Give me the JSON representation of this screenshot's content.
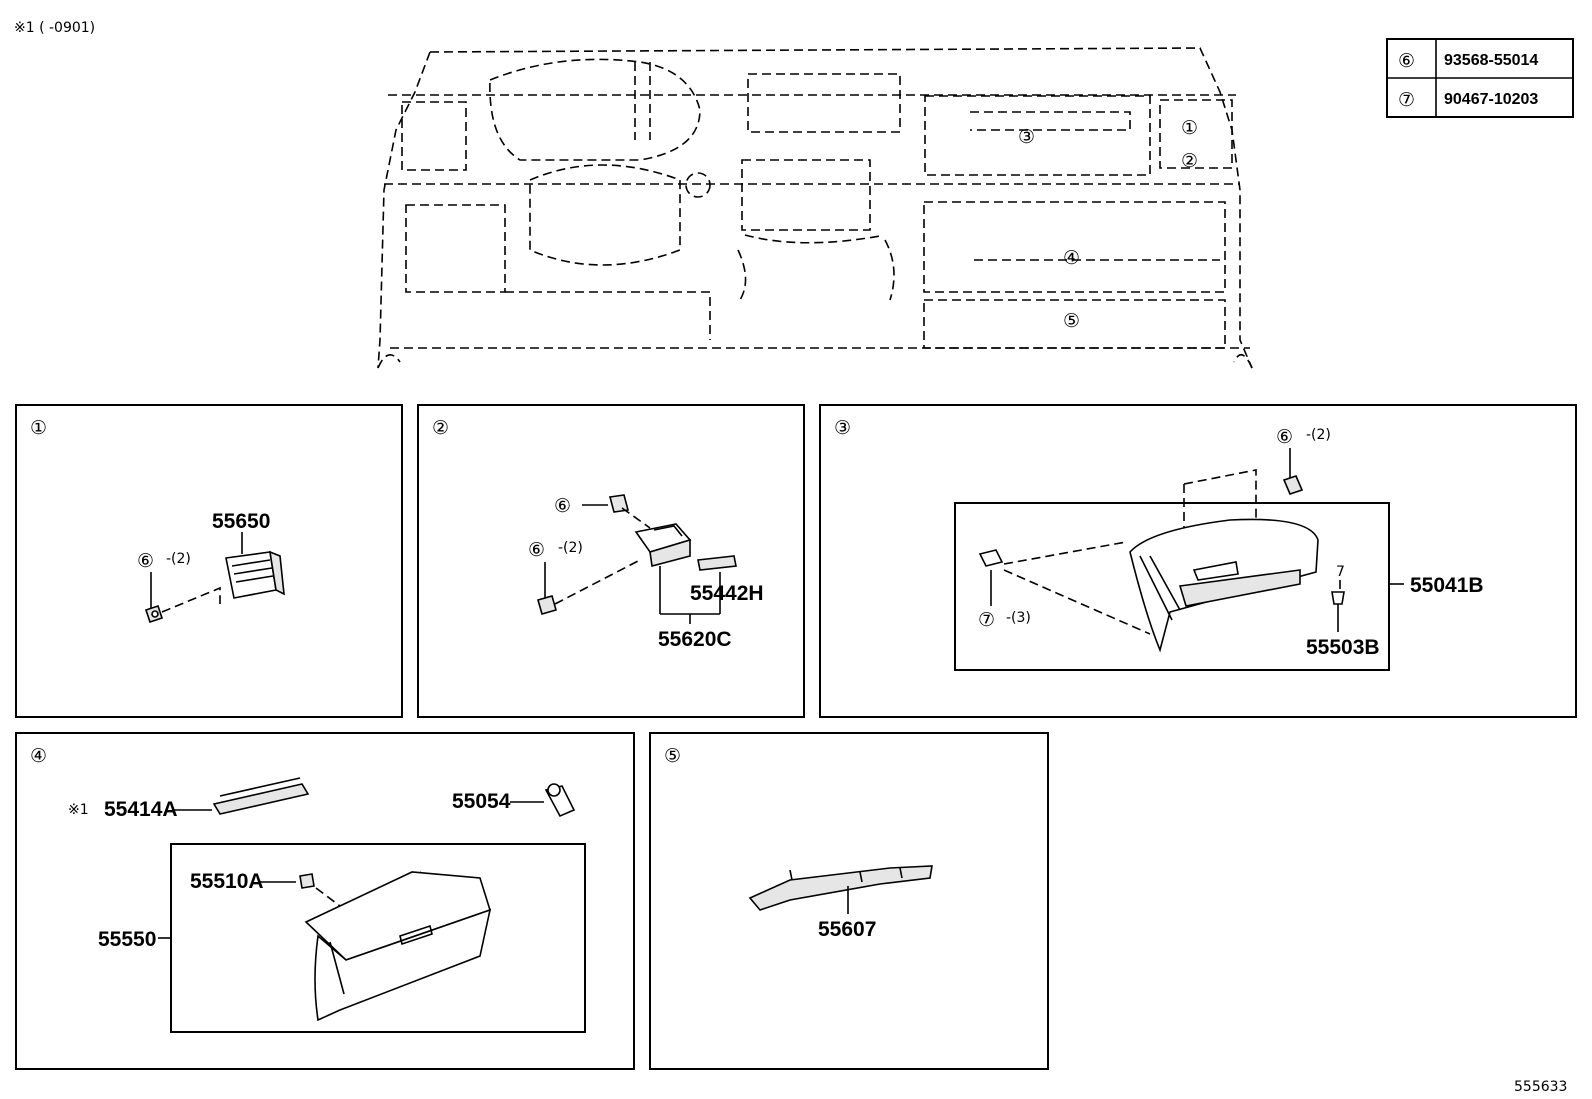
{
  "header_note": "※1 (    -0901)",
  "diagram_id": "555633",
  "legend": [
    {
      "ref": "⑥",
      "part": "93568-55014"
    },
    {
      "ref": "⑦",
      "part": "90467-10203"
    }
  ],
  "overview_callouts": [
    "①",
    "②",
    "③",
    "④",
    "⑤"
  ],
  "panels": {
    "p1": {
      "ref": "①",
      "labels": {
        "part_55650": "55650",
        "ref6": "⑥",
        "qty": "-(2)"
      }
    },
    "p2": {
      "ref": "②",
      "labels": {
        "ref6_a": "⑥",
        "ref6_b": "⑥",
        "qty": "-(2)",
        "part_55442H": "55442H",
        "part_55620C": "55620C"
      }
    },
    "p3": {
      "ref": "③",
      "labels": {
        "ref6": "⑥",
        "qty6": "-(2)",
        "ref7": "⑦",
        "qty7": "-(3)",
        "part_55041B": "55041B",
        "part_55503B": "55503B",
        "small_7": "7"
      }
    },
    "p4": {
      "ref": "④",
      "labels": {
        "note1": "※1",
        "part_55414A": "55414A",
        "part_55054": "55054",
        "part_55510A": "55510A",
        "part_55550": "55550"
      }
    },
    "p5": {
      "ref": "⑤",
      "labels": {
        "part_55607": "55607"
      }
    }
  }
}
